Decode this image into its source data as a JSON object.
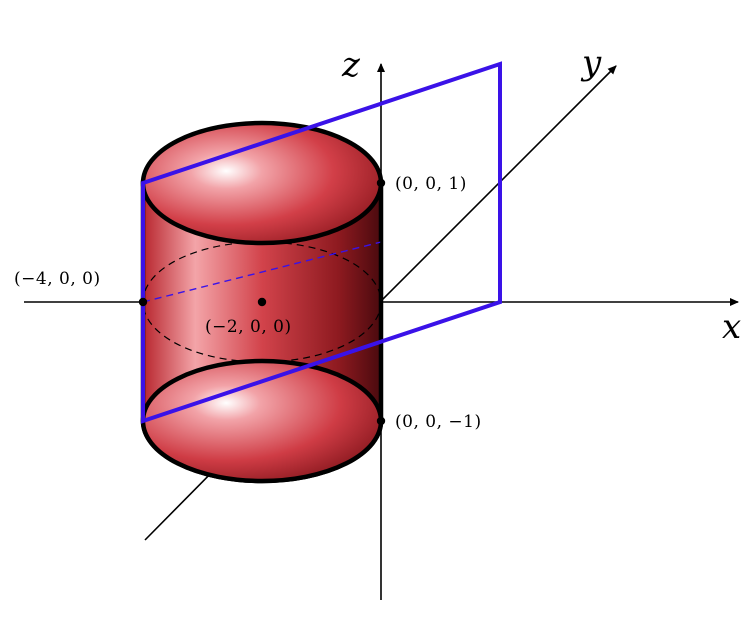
{
  "axes": {
    "x_label": "x",
    "y_label": "y",
    "z_label": "z"
  },
  "points": {
    "p_neg4": "(−4, 0, 0)",
    "p_neg2": "(−2, 0, 0)",
    "p_top": "(0, 0, 1)",
    "p_bottom": "(0, 0, −1)"
  },
  "colors": {
    "cylinder_fill": "#d9474f",
    "cylinder_dark": "#5a0d12",
    "plane_edge": "#3a12e8",
    "axis": "#000000"
  }
}
